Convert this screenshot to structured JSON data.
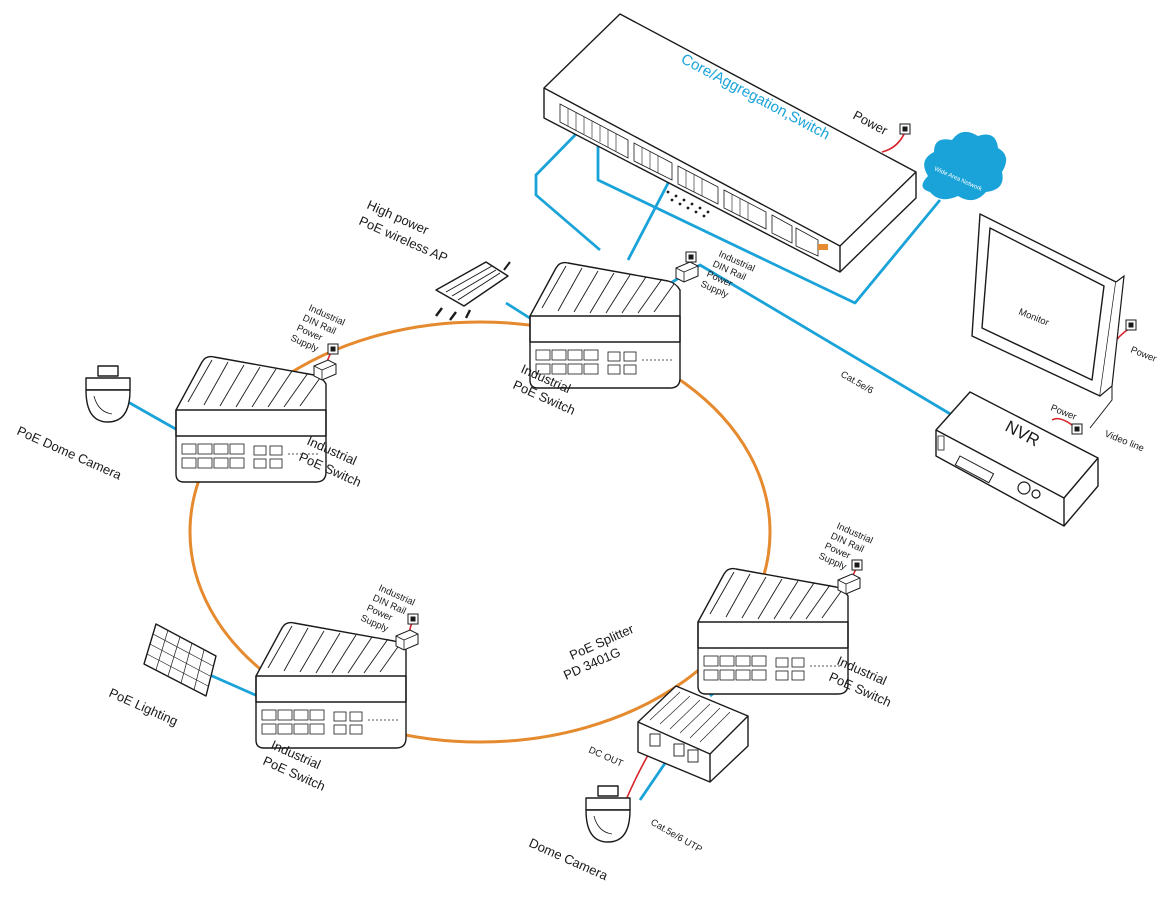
{
  "colors": {
    "ring": "#e58a2e",
    "link": "#1aa3d9",
    "power_cable": "#d8232a",
    "cloud": "#1aa3d9",
    "accent_text": "#1aa3d9"
  },
  "core_switch": {
    "label": "Core/Aggregation,Switch",
    "power_label": "Power"
  },
  "cloud": {
    "label": "Wide Area Network"
  },
  "monitor": {
    "label": "Monitor",
    "power_label": "Power",
    "video_label": "Video line"
  },
  "nvr": {
    "label": "NVR",
    "power_label": "Power",
    "link_label": "Cat.5e/6"
  },
  "wireless_ap": {
    "label_line1": "High power",
    "label_line2": "PoE wireless AP"
  },
  "switches": {
    "top": {
      "label_line1": "Industrial",
      "label_line2": "PoE Switch"
    },
    "left": {
      "label_line1": "Industrial",
      "label_line2": "PoE Switch"
    },
    "bottom_left": {
      "label_line1": "Industrial",
      "label_line2": "PoE Switch"
    },
    "bottom_right": {
      "label_line1": "Industrial",
      "label_line2": "PoE Switch"
    }
  },
  "power_supply": {
    "line1": "Industrial",
    "line2": "DIN Rail",
    "line3": "Power",
    "line4": "Supply"
  },
  "dome_camera_left": {
    "label": "PoE Dome Camera"
  },
  "poe_lighting": {
    "label": "PoE Lighting"
  },
  "splitter": {
    "label_line1": "PoE Splitter",
    "label_line2": "PD 3401G",
    "dc_label": "DC   OUT",
    "cable_label": "Cat.5e/6 UTP"
  },
  "dome_camera_bottom": {
    "label": "Dome Camera"
  }
}
